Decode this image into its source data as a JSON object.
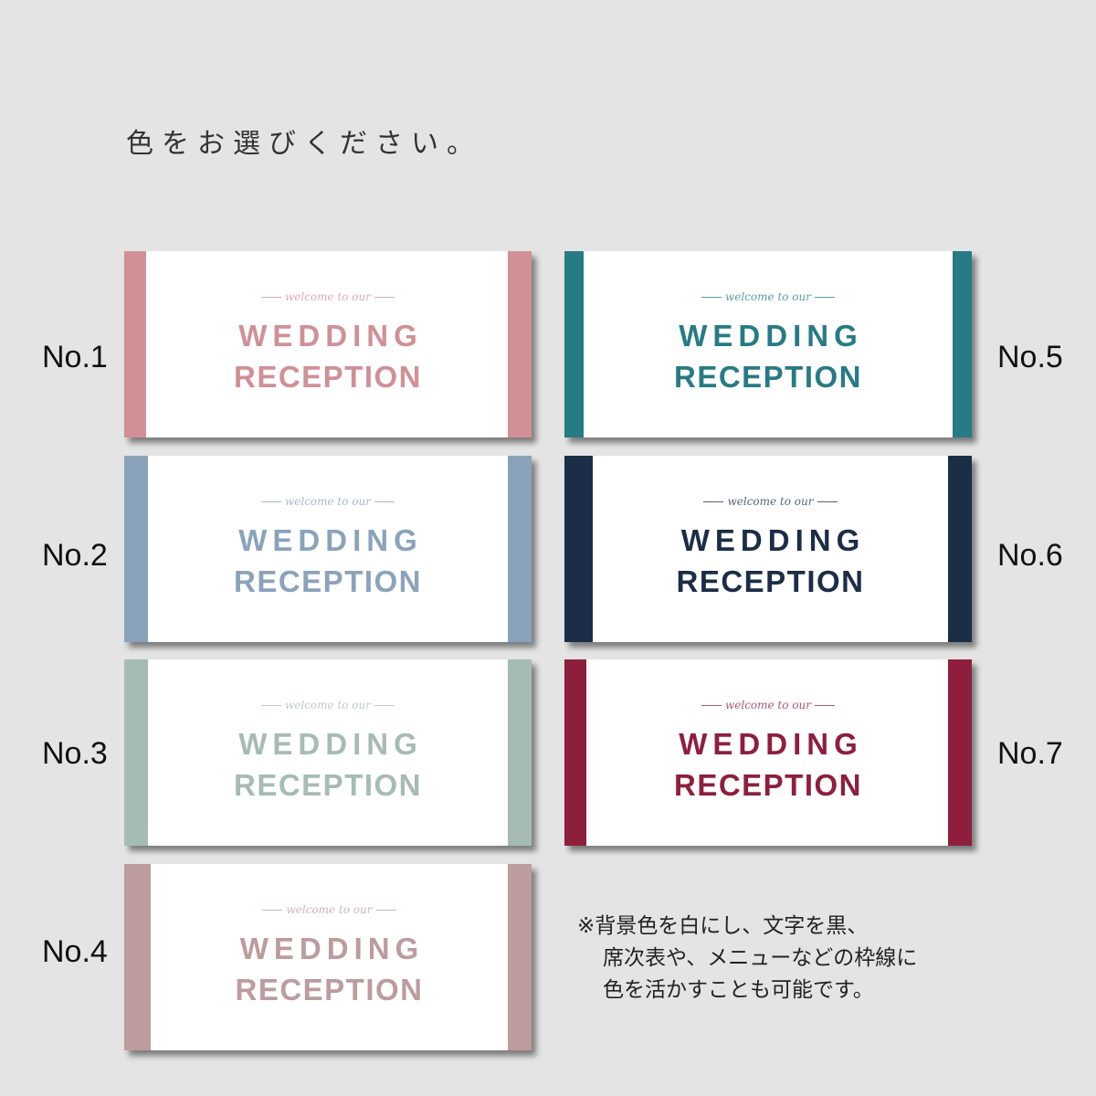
{
  "title": "色をお選びください。",
  "cards": [
    {
      "label": "No.1",
      "script": "welcome to our",
      "line1": "WEDDING",
      "line2": "RECEPTION",
      "color": "#d09096"
    },
    {
      "label": "No.2",
      "script": "welcome to our",
      "line1": "WEDDING",
      "line2": "RECEPTION",
      "color": "#8aa3bb"
    },
    {
      "label": "No.3",
      "script": "welcome to our",
      "line1": "WEDDING",
      "line2": "RECEPTION",
      "color": "#a6bcb2"
    },
    {
      "label": "No.4",
      "script": "welcome to our",
      "line1": "WEDDING",
      "line2": "RECEPTION",
      "color": "#bc9c9e"
    },
    {
      "label": "No.5",
      "script": "welcome to our",
      "line1": "WEDDING",
      "line2": "RECEPTION",
      "color": "#277b85"
    },
    {
      "label": "No.6",
      "script": "welcome to our",
      "line1": "WEDDING",
      "line2": "RECEPTION",
      "color": "#1b2d47"
    },
    {
      "label": "No.7",
      "script": "welcome to our",
      "line1": "WEDDING",
      "line2": "RECEPTION",
      "color": "#8e1f3c"
    }
  ],
  "note": [
    "※背景色を白にし、文字を黒、",
    "席次表や、メニューなどの枠線に",
    "色を活かすことも可能です。"
  ]
}
